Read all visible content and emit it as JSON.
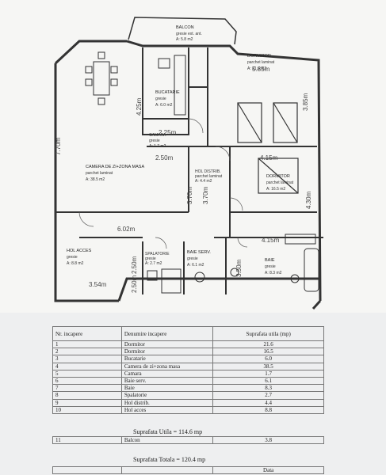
{
  "plan": {
    "rooms": [
      {
        "name": "BALCON",
        "sub": "gresie ext. ant.",
        "area": "A: 5.8 m2"
      },
      {
        "name": "DORMITOR",
        "sub": "parchet laminat",
        "area": "A: 21.6 m2"
      },
      {
        "name": "BUCATARIE",
        "sub": "gresie",
        "area": "A: 6.0 m2"
      },
      {
        "name": "CAMARA",
        "sub": "gresie",
        "area": "A: 1.7 m2"
      },
      {
        "name": "CAMERA DE ZI+ZONA MASA",
        "sub": "parchet laminat",
        "area": "A: 38.5 m2"
      },
      {
        "name": "HOL DISTRIB.",
        "sub": "parchet laminat",
        "area": "A: 4.4 m2"
      },
      {
        "name": "DORMITOR",
        "sub": "parchet laminat",
        "area": "A: 16.5 m2"
      },
      {
        "name": "HOL ACCES",
        "sub": "gresie",
        "area": "A: 8.8 m2"
      },
      {
        "name": "SPALATORIE",
        "sub": "gresie",
        "area": "A: 2.7 m2"
      },
      {
        "name": "BAIE SERV.",
        "sub": "gresie",
        "area": "A: 6.1 m2"
      },
      {
        "name": "BAIE",
        "sub": "gresie",
        "area": "A: 8.3 m2"
      }
    ],
    "dimensions": [
      "5.85m",
      "3.85m",
      "4.25m",
      "2.25m",
      "7.70m",
      "2.50m",
      "4.15m",
      "3.70m",
      "3.70m",
      "4.30m",
      "6.02m",
      "2.50m",
      "4.15m",
      "3.54m",
      "2.50m",
      "3.50m"
    ]
  },
  "table": {
    "headers": [
      "Nr. incapere",
      "Denumire incapere",
      "Suprafata utila (mp)"
    ],
    "rows": [
      [
        "1",
        "Dormitor",
        "21.6"
      ],
      [
        "2",
        "Dormitor",
        "16.5"
      ],
      [
        "3",
        "Bucatarie",
        "6.0"
      ],
      [
        "4",
        "Camera de zi+zona masa",
        "38.5"
      ],
      [
        "5",
        "Camara",
        "1.7"
      ],
      [
        "6",
        "Baie serv.",
        "6.1"
      ],
      [
        "7",
        "Baie",
        "8.3"
      ],
      [
        "8",
        "Spalatorie",
        "2.7"
      ],
      [
        "9",
        "Hol distrib.",
        "4.4"
      ],
      [
        "10",
        "Hol acces",
        "8.8"
      ]
    ],
    "total_util": "Suprafata Utila = 114.6 mp",
    "balcony_row": [
      "11",
      "Balcon",
      "3.8"
    ],
    "total": "Suprafata Totala = 120.4 mp",
    "cut_text": "Data"
  },
  "colors": {
    "ink": "#3a3a3a",
    "paper": "#f6f6f4"
  }
}
